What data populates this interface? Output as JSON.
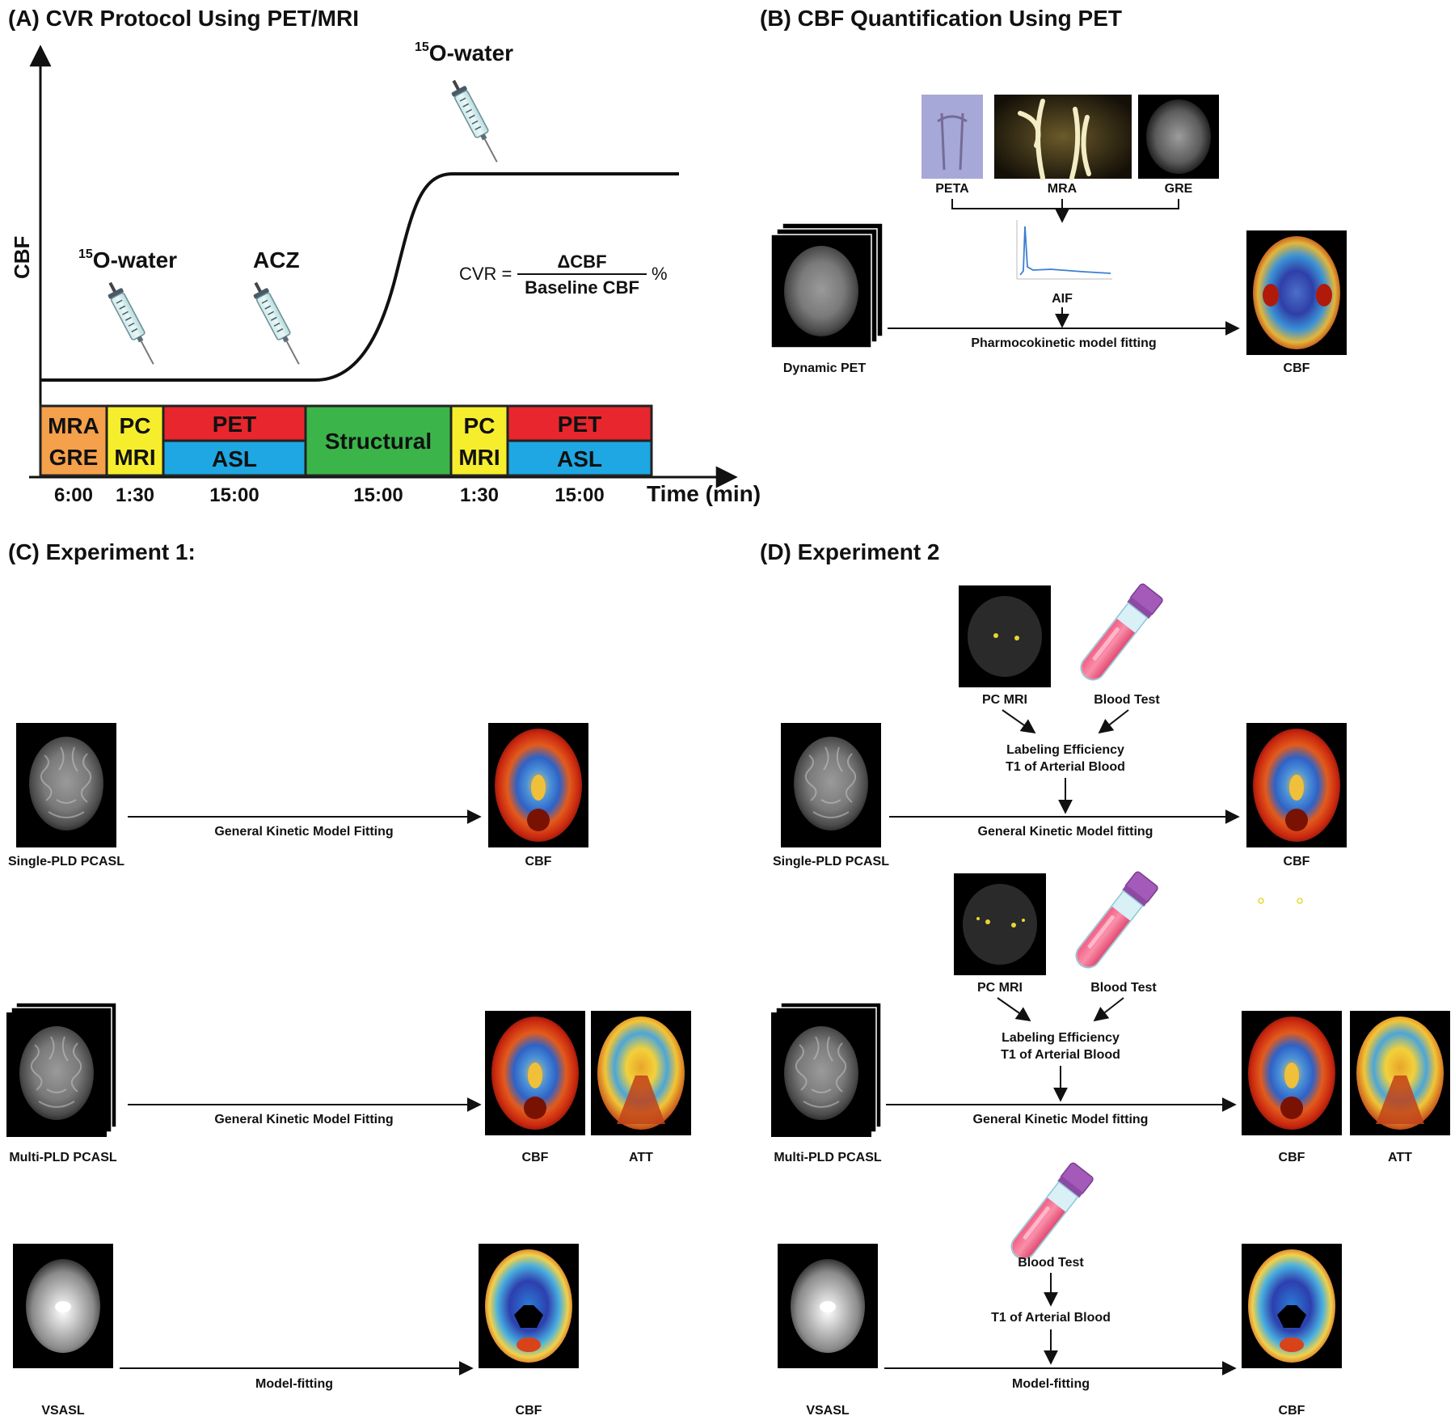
{
  "panelA": {
    "title": "(A) CVR Protocol Using PET/MRI",
    "y_axis": "CBF",
    "x_axis": "Time (min)",
    "water_sup_1": "15",
    "water_1": "O-water",
    "acz": "ACZ",
    "water_sup_2": "15",
    "water_2": "O-water",
    "cvr_lhs": "CVR =",
    "cvr_num": "ΔCBF",
    "cvr_den": "Baseline CBF",
    "cvr_pct": "%",
    "blocks": [
      {
        "top": "MRA",
        "bottom": "GRE",
        "color": "#f5a04a",
        "duration": "6:00"
      },
      {
        "top": "PC",
        "bottom": "MRI",
        "color": "#f6ee2c",
        "duration": "1:30"
      },
      {
        "top": "PET",
        "bottom": "ASL",
        "color_top": "#e8262d",
        "color_bottom": "#1ea7e2",
        "duration": "15:00"
      },
      {
        "label": "Structural",
        "color": "#3bb54a",
        "duration": "15:00"
      },
      {
        "top": "PC",
        "bottom": "MRI",
        "color": "#f6ee2c",
        "duration": "1:30"
      },
      {
        "top": "PET",
        "bottom": "ASL",
        "color_top": "#e8262d",
        "color_bottom": "#1ea7e2",
        "duration": "15:00"
      }
    ]
  },
  "panelB": {
    "title": "(B) CBF Quantification Using PET",
    "peta": "PETA",
    "mra": "MRA",
    "gre": "GRE",
    "aif": "AIF",
    "input": "Dynamic PET",
    "process": "Pharmocokinetic model fitting",
    "output": "CBF"
  },
  "panelC": {
    "title": "(C) Experiment 1:",
    "rows": [
      {
        "input": "Single-PLD PCASL",
        "process": "General Kinetic Model Fitting",
        "output": "CBF"
      },
      {
        "input": "Multi-PLD PCASL",
        "process": "General Kinetic Model Fitting",
        "output": "CBF",
        "output2": "ATT"
      },
      {
        "input": "VSASL",
        "process": "Model-fitting",
        "output": "CBF"
      }
    ]
  },
  "panelD": {
    "title": "(D) Experiment 2",
    "rows": [
      {
        "pc": "PC MRI",
        "blood": "Blood Test",
        "param1": "Labeling Efficiency",
        "param2": "T1 of Arterial Blood",
        "input": "Single-PLD PCASL",
        "process": "General Kinetic Model fitting",
        "output": "CBF"
      },
      {
        "pc": "PC MRI",
        "blood": "Blood Test",
        "param1": "Labeling Efficiency",
        "param2": "T1 of Arterial Blood",
        "input": "Multi-PLD PCASL",
        "process": "General Kinetic Model fitting",
        "output": "CBF",
        "output2": "ATT"
      },
      {
        "blood": "Blood Test",
        "param1": "T1 of Arterial Blood",
        "input": "VSASL",
        "process": "Model-fitting",
        "output": "CBF"
      }
    ]
  }
}
